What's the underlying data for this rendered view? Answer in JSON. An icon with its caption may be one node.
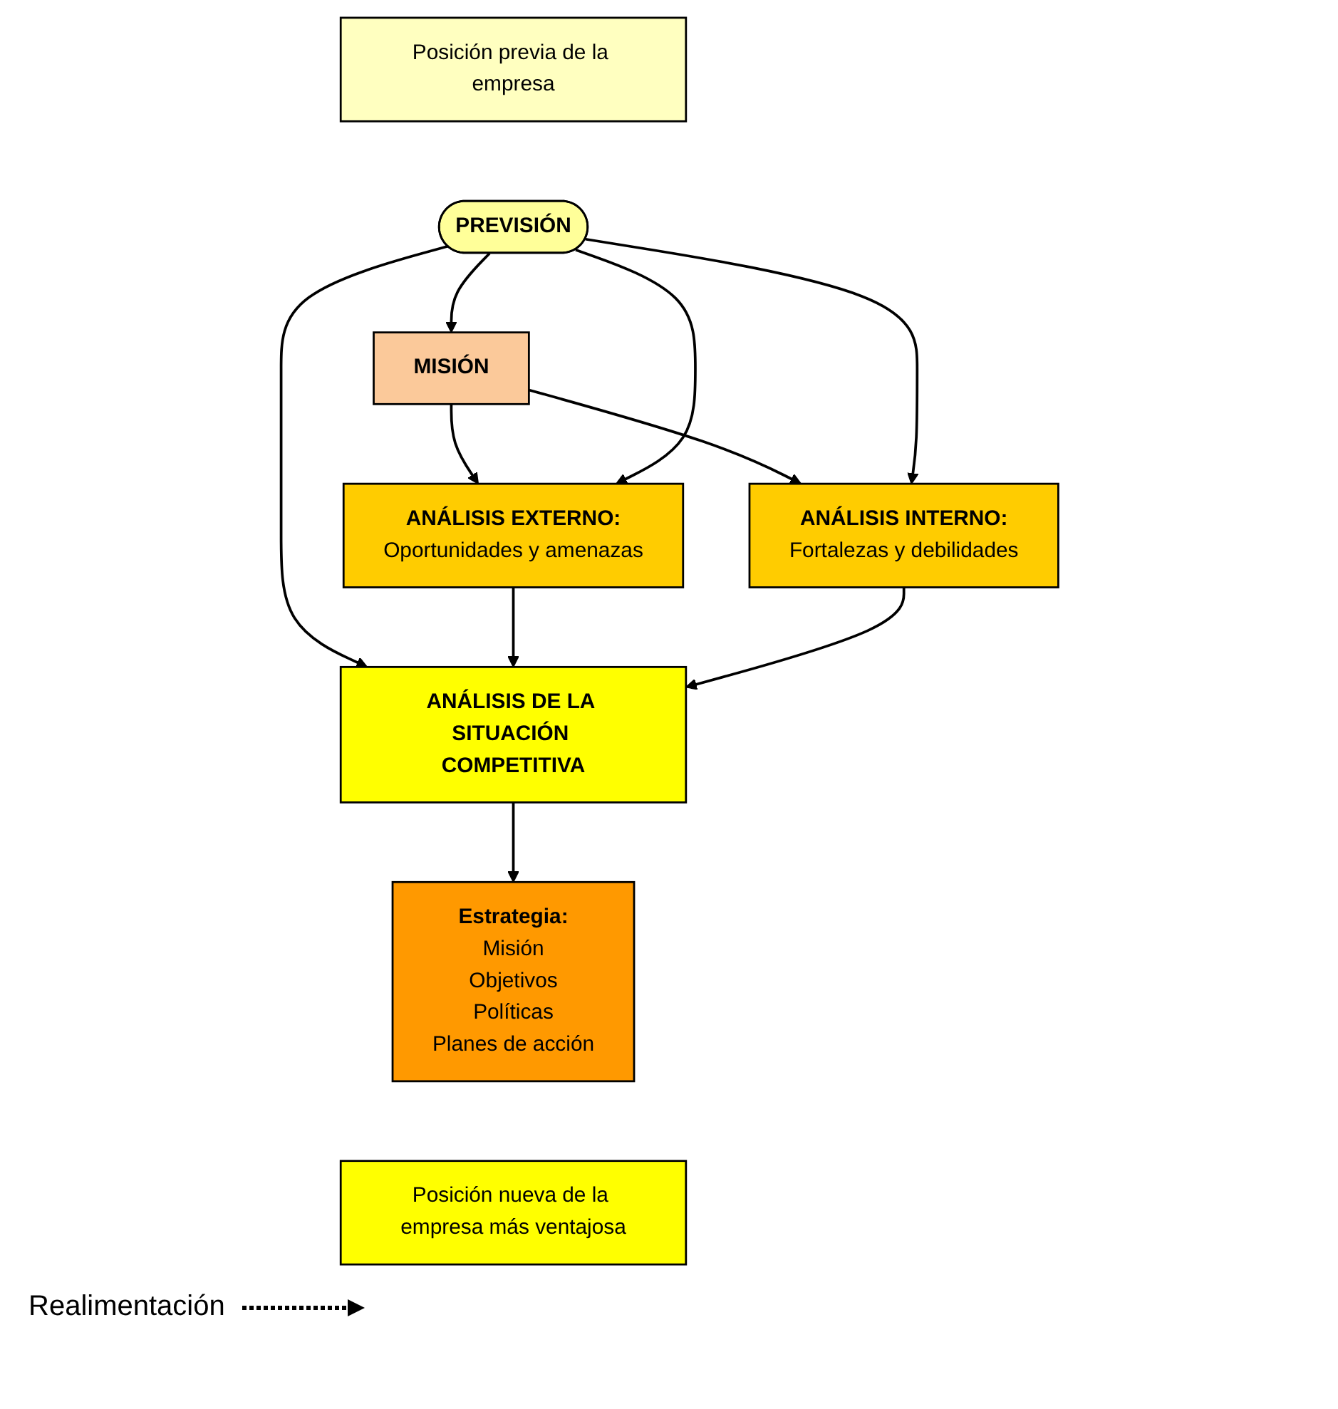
{
  "diagram": {
    "nodes": [
      {
        "text": [
          "Posición previa de la empresa"
        ]
      },
      {
        "text": [
          "MISIÓN"
        ]
      },
      {
        "text": [
          "ANÁLISIS EXTERNO:",
          "Oportunidades y amenazas"
        ]
      },
      {
        "text": [
          "PREVISIÓN"
        ]
      },
      {
        "text": [
          "ANÁLISIS INTERNO:",
          "Fortalezas y debilidades"
        ]
      },
      {
        "text": [
          "ANÁLISIS DE LA SITUACIÓN COMPETITIVA"
        ]
      },
      {
        "text": [
          "Estrategia:",
          "Misión",
          "Objetivos",
          "Políticas",
          "Planes de acción"
        ]
      },
      {
        "text": [
          "Posición nueva de la empresa más ventajosa"
        ]
      }
    ],
    "edges": [
      {
        "from": 1,
        "to": 2,
        "arrow": "to"
      },
      {
        "from": 1,
        "to": 4,
        "arrow": "to"
      },
      {
        "from": 3,
        "to": 1,
        "arrow": "to"
      },
      {
        "from": 3,
        "to": 2,
        "arrow": "to"
      },
      {
        "from": 3,
        "to": 4,
        "arrow": "to"
      },
      {
        "from": 3,
        "to": 5,
        "arrow": "to"
      },
      {
        "from": 2,
        "to": 5,
        "arrow": "to"
      },
      {
        "from": 4,
        "to": 5,
        "arrow": "to"
      },
      {
        "from": 5,
        "to": 6,
        "arrow": "to"
      }
    ],
    "legend": [
      {
        "text": "Realimentación"
      }
    ]
  }
}
